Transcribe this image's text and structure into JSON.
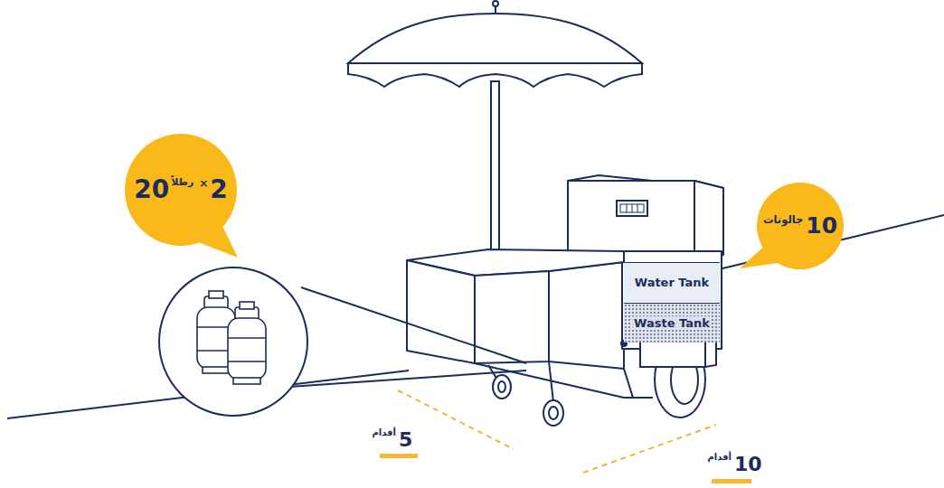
{
  "diagram": {
    "nodes": [
      {
        "text": [
          "20",
          "رطلاً",
          "×",
          "2"
        ]
      },
      {
        "text": [
          "10",
          "جالونات"
        ]
      },
      {
        "text": [
          "Water Tank"
        ]
      },
      {
        "text": [
          "Waste Tank"
        ]
      }
    ],
    "labels": [
      "5",
      "أقدام",
      "10",
      "أقدام"
    ]
  }
}
